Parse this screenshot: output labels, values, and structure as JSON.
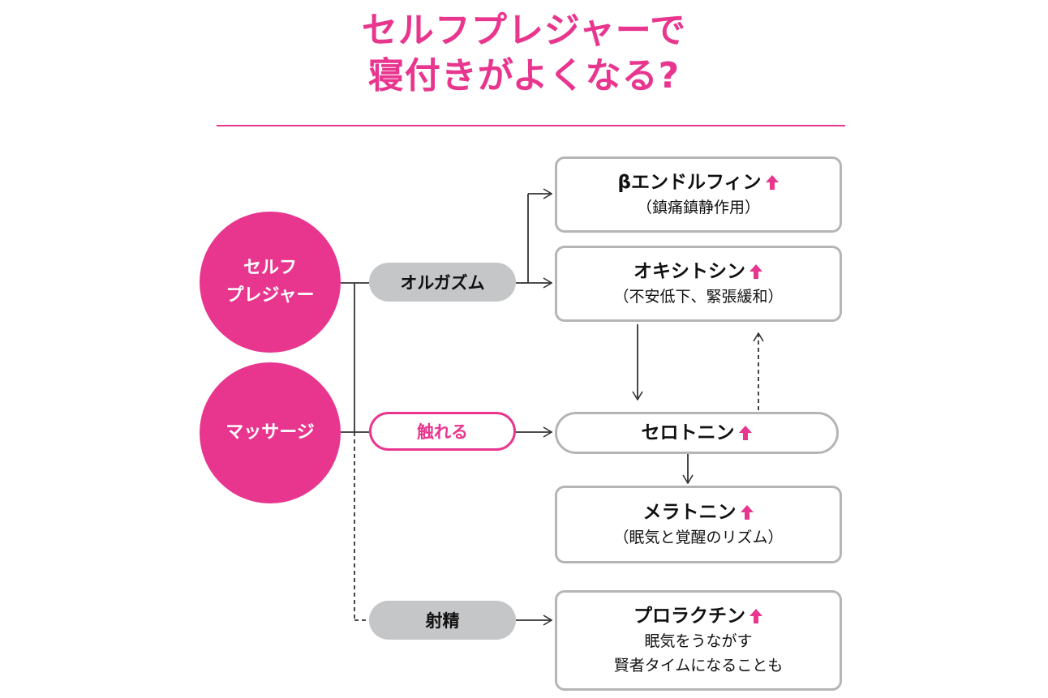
{
  "title": {
    "line1": "セルフプレジャーで",
    "line2": "寝付きがよくなる?"
  },
  "sources": [
    {
      "id": "self-pleasure",
      "label_lines": [
        "セルフ",
        "プレジャー"
      ]
    },
    {
      "id": "massage",
      "label_lines": [
        "マッサージ"
      ]
    }
  ],
  "actions": {
    "orgasm": "オルガズム",
    "touch": "触れる",
    "ejaculation": "射精"
  },
  "hormones": {
    "endorphin": {
      "name": "βエンドルフィン",
      "desc_lines": [
        "（鎮痛鎮静作用）"
      ]
    },
    "oxytocin": {
      "name": "オキシトシン",
      "desc_lines": [
        "（不安低下、緊張緩和）"
      ]
    },
    "serotonin": {
      "name": "セロトニン",
      "desc_lines": []
    },
    "melatonin": {
      "name": "メラトニン",
      "desc_lines": [
        "（眠気と覚醒のリズム）"
      ]
    },
    "prolactin": {
      "name": "プロラクチン",
      "desc_lines": [
        "眠気をうながす",
        "賢者タイムになることも"
      ]
    }
  },
  "icons": {
    "increase": "up-arrow-icon"
  },
  "colors": {
    "accent": "#e8368f",
    "pill_gray": "#c5c6c8",
    "box_border": "#b4b5b7",
    "line": "#333333"
  }
}
